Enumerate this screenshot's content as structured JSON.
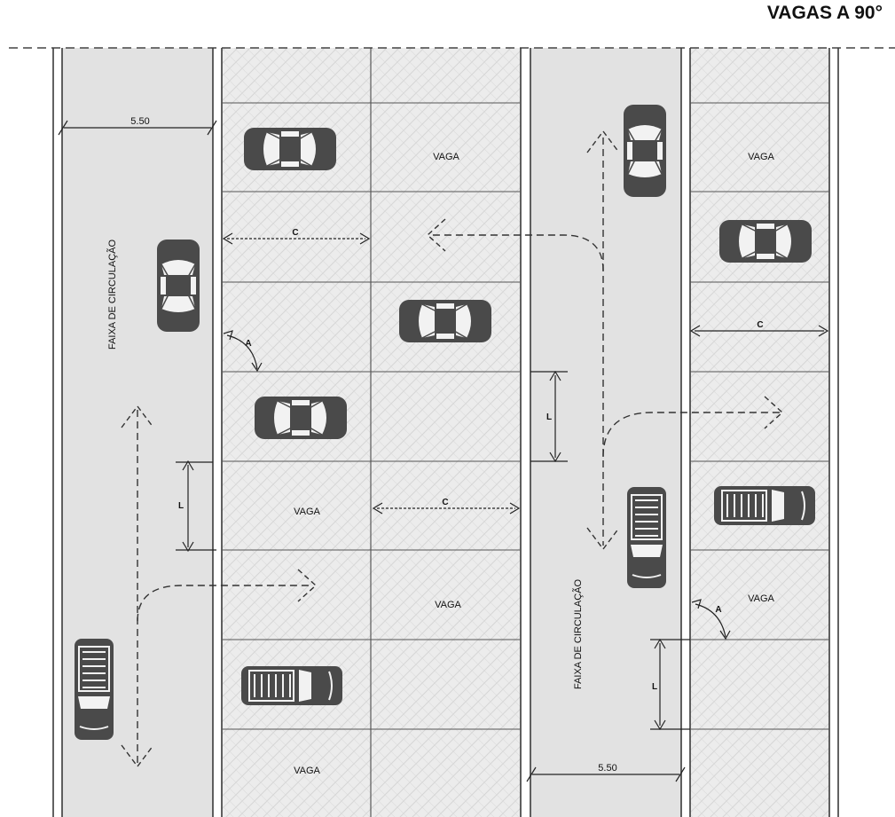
{
  "title": "VAGAS A 90°",
  "colors": {
    "lane_fill": "#e2e2e2",
    "bay_fill": "#ececec",
    "line": "#3a3a3a",
    "car_body": "#4a4a4a",
    "car_glass": "#f4f4f4"
  },
  "labels": {
    "circulation_lane": "FAIXA DE CIRCULAÇÃO",
    "space": "VAGA",
    "depth": "C",
    "width": "L",
    "angle": "A",
    "lane_width": "5.50"
  }
}
